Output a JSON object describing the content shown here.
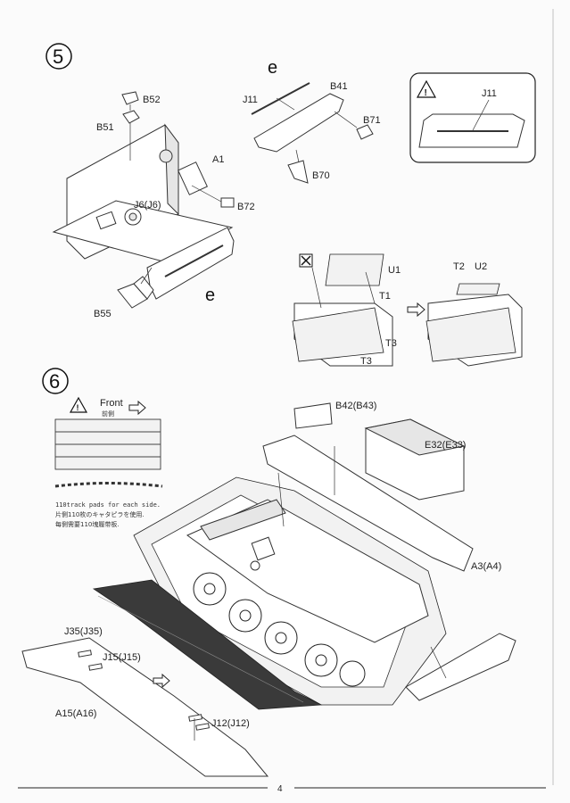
{
  "page_number": "4",
  "step5": {
    "number": "5",
    "labels": {
      "b52": "B52",
      "b51": "B51",
      "a1": "A1",
      "j6": "J6(J6)",
      "b72": "B72",
      "b55": "B55",
      "e_top": "e",
      "e_bottom": "e",
      "j11": "J11",
      "b41": "B41",
      "b71": "B71",
      "b70": "B70",
      "inset_j11": "J11",
      "u1": "U1",
      "t1": "T1",
      "t3a": "T3",
      "t3b": "T3",
      "t2": "T2",
      "u2": "U2"
    }
  },
  "step6": {
    "number": "6",
    "front_label": "Front",
    "front_label_cjk": "前側",
    "note_en": "110track pads for each side.",
    "note_jp": "片側110枚のキャタピラを使用.",
    "note_cn": "每側需要110塊履带板.",
    "labels": {
      "b42": "B42(B43)",
      "e32": "E32(E33)",
      "a3": "A3(A4)",
      "j35": "J35(J35)",
      "j15": "J15(J15)",
      "a15": "A15(A16)",
      "j12": "J12(J12)"
    }
  }
}
